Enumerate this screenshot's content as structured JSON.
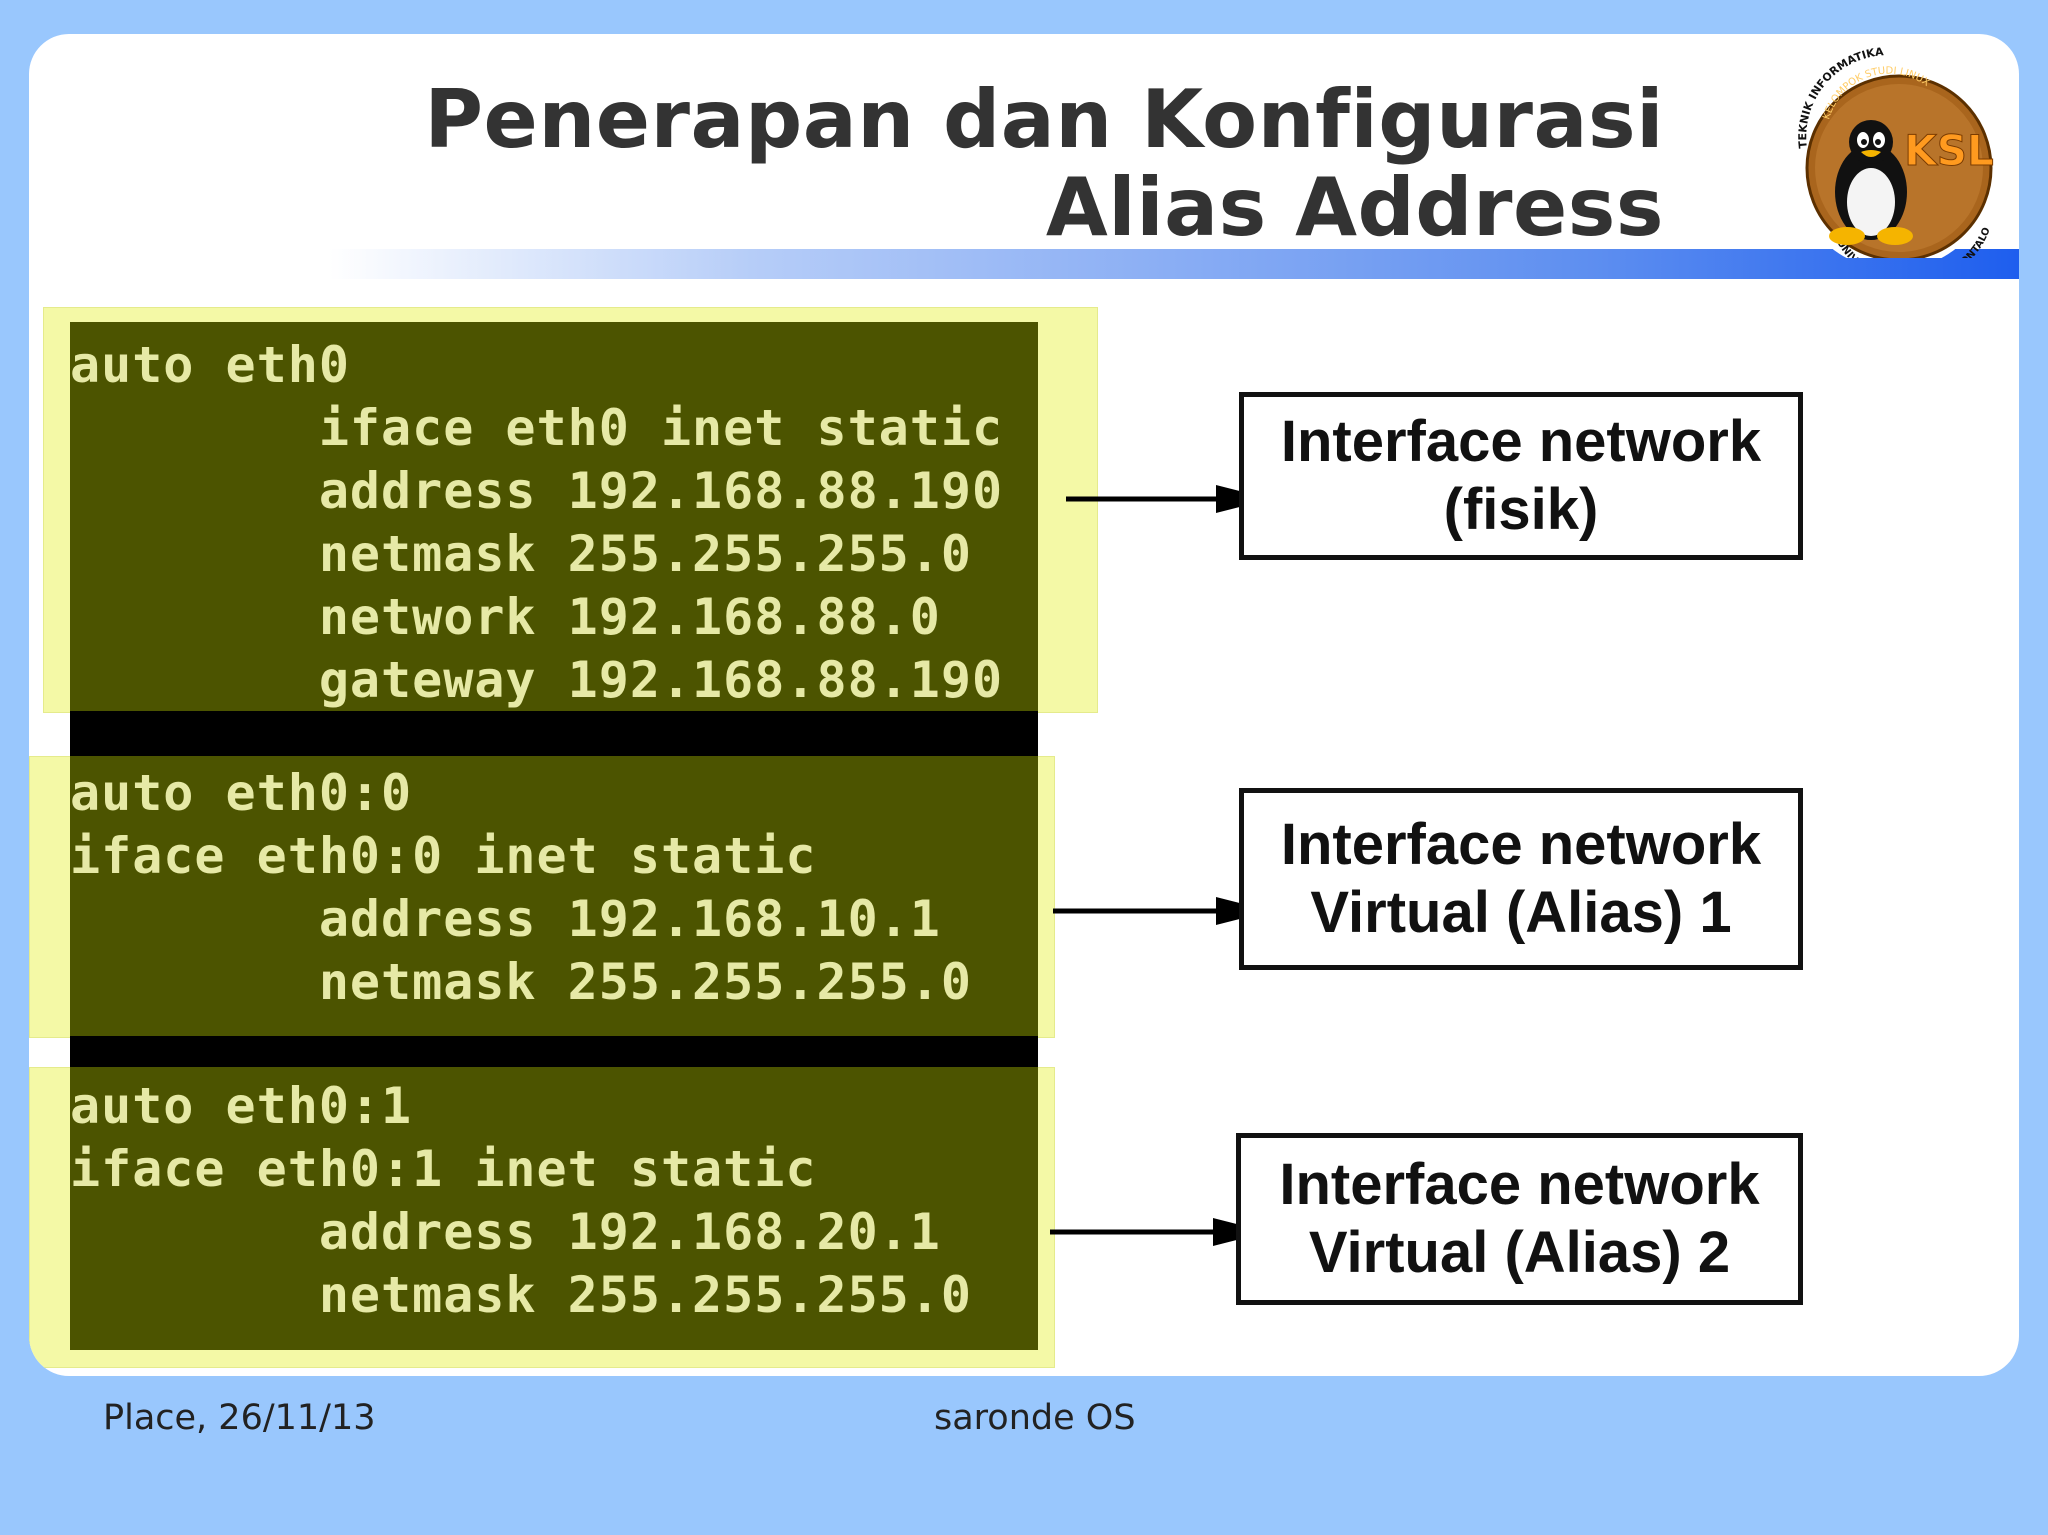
{
  "slide": {
    "title_line1": "Penerapan dan Konfigurasi",
    "title_line2": "Alias Address"
  },
  "logo": {
    "top_text": "TEKNIK INFORMATIKA",
    "inner_text": "KELOMPOK STUDI LINUX",
    "brand": "KSL",
    "bottom_text": "UNIVERSITAS NEGERI GORONTALO"
  },
  "config_blocks": [
    {
      "lines": [
        "auto eth0",
        "        iface eth0 inet static",
        "        address 192.168.88.190",
        "        netmask 255.255.255.0",
        "        network 192.168.88.0",
        "        gateway 192.168.88.190"
      ]
    },
    {
      "lines": [
        "auto eth0:0",
        "iface eth0:0 inet static",
        "        address 192.168.10.1",
        "        netmask 255.255.255.0"
      ]
    },
    {
      "lines": [
        "auto eth0:1",
        "iface eth0:1 inet static",
        "        address 192.168.20.1",
        "        netmask 255.255.255.0"
      ]
    }
  ],
  "labels": [
    {
      "line1": "Interface network",
      "line2": "(fisik)"
    },
    {
      "line1": "Interface network",
      "line2": "Virtual (Alias) 1"
    },
    {
      "line1": "Interface network",
      "line2": "Virtual (Alias) 2"
    }
  ],
  "footer": {
    "left": "Place, 26/11/13",
    "center": "saronde OS"
  },
  "colors": {
    "background": "#99c7fd",
    "terminal_bg": "#4c5400",
    "terminal_text": "#e6e9a6",
    "highlight": "#f4f9a6"
  }
}
